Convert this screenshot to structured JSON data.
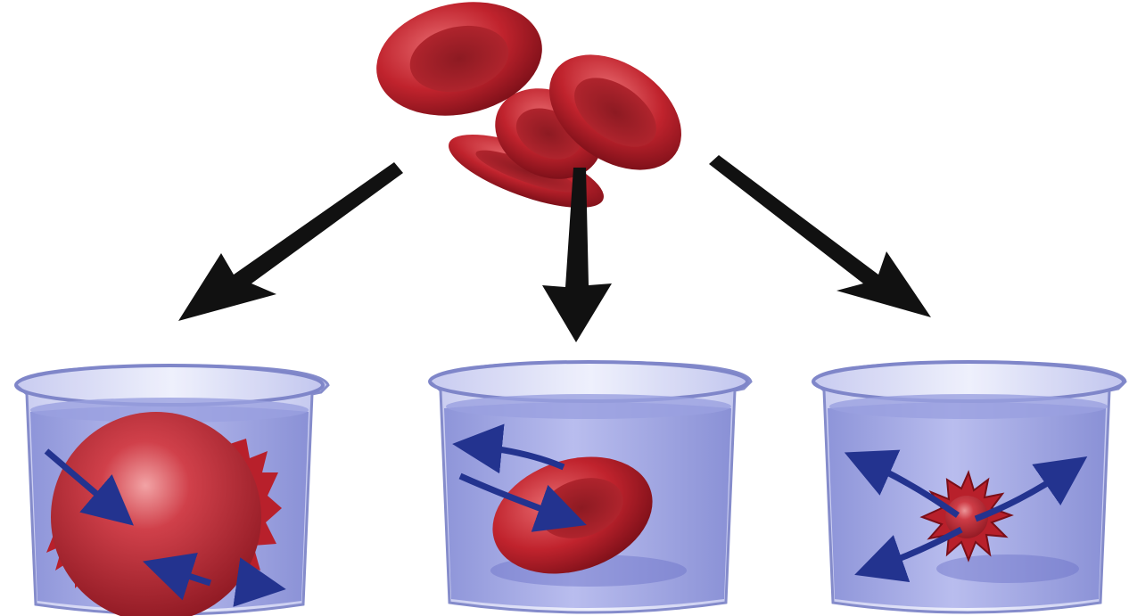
{
  "diagram": {
    "source_cells": {
      "count": 4,
      "description_icon": "red-blood-cell-icon"
    },
    "beakers": [
      {
        "id": "hypotonic",
        "cell_state": "swollen",
        "water_flow": "in"
      },
      {
        "id": "isotonic",
        "cell_state": "normal",
        "water_flow": "balanced"
      },
      {
        "id": "hypertonic",
        "cell_state": "crenated",
        "water_flow": "out"
      }
    ],
    "colors": {
      "cell": "#c0232d",
      "cell_dark": "#7a0f18",
      "beaker_water": "#a9aee6",
      "beaker_glass": "#d9dcf3",
      "flow_arrow": "#23338f",
      "pointer_arrow": "#111111"
    }
  }
}
